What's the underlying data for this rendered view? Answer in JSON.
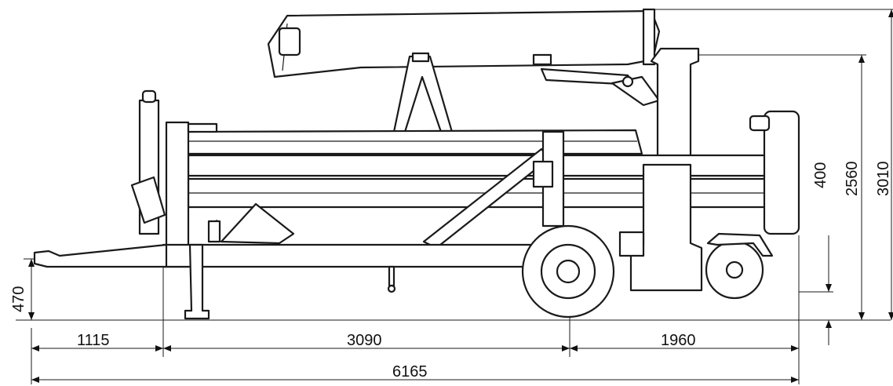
{
  "drawing": {
    "dimensions": {
      "drawbar_height": "470",
      "front_overhang": "1115",
      "wheelbase": "3090",
      "rear_overhang": "1960",
      "overall_length": "6165",
      "rear_clearance": "400",
      "frame_height": "2560",
      "overall_height": "3010"
    }
  }
}
